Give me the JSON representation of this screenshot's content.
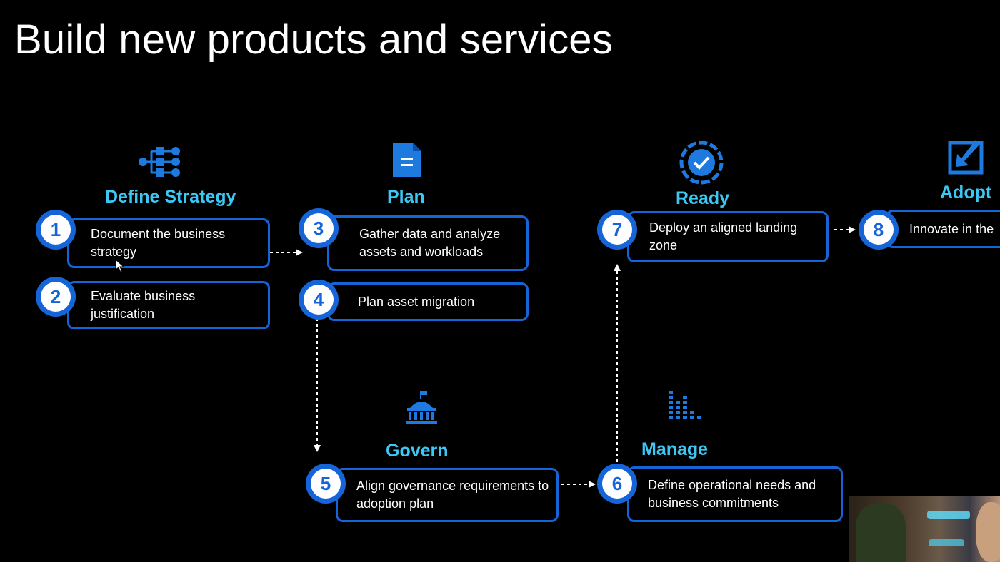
{
  "slide": {
    "title": "Build new products and services"
  },
  "phases": {
    "define_strategy": "Define Strategy",
    "plan": "Plan",
    "ready": "Ready",
    "adopt": "Adopt",
    "govern": "Govern",
    "manage": "Manage"
  },
  "steps": [
    {
      "number": "1",
      "text": "Document the business strategy"
    },
    {
      "number": "2",
      "text": "Evaluate business justification"
    },
    {
      "number": "3",
      "text": "Gather data and analyze assets and workloads"
    },
    {
      "number": "4",
      "text": "Plan asset migration"
    },
    {
      "number": "5",
      "text": "Align governance requirements to adoption plan"
    },
    {
      "number": "6",
      "text": "Define operational needs and  business commitments"
    },
    {
      "number": "7",
      "text": "Deploy an aligned landing zone"
    },
    {
      "number": "8",
      "text": "Innovate in the"
    }
  ],
  "icons": {
    "define_strategy": "org-chart-icon",
    "plan": "document-icon",
    "ready": "checkmark-gear-icon",
    "adopt": "checkbox-arrow-icon",
    "govern": "capitol-building-icon",
    "manage": "bar-chart-icon"
  },
  "colors": {
    "accent": "#1565d8",
    "phase_label": "#3cc8f5",
    "background": "#000000"
  }
}
